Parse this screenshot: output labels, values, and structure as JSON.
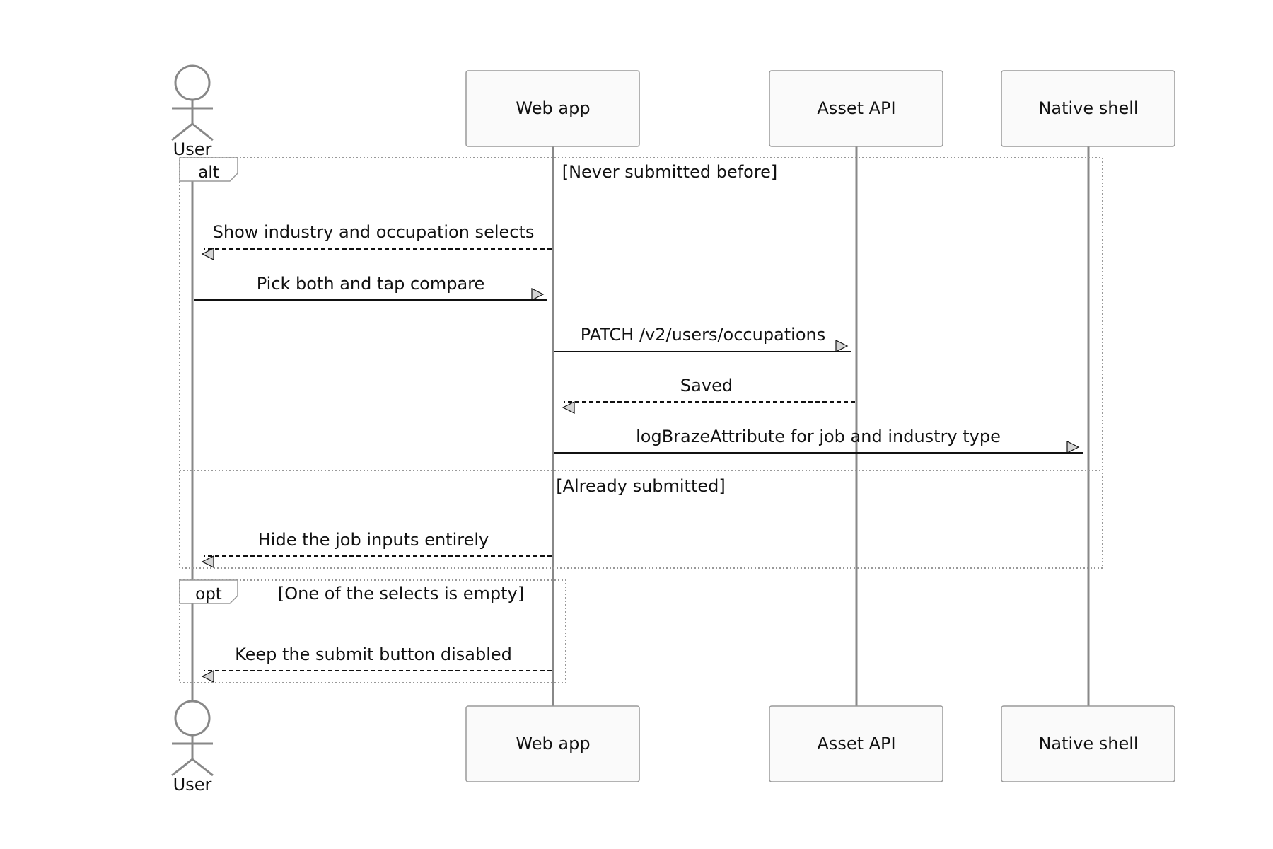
{
  "participants": {
    "user": "User",
    "webapp": "Web app",
    "assetapi": "Asset API",
    "native": "Native shell"
  },
  "frames": {
    "alt": {
      "label": "alt",
      "condition1": "[Never submitted before]",
      "condition2": "[Already submitted]"
    },
    "opt": {
      "label": "opt",
      "condition": "[One of the selects is empty]"
    }
  },
  "messages": [
    {
      "from": "webapp",
      "to": "user",
      "text": "Show industry and occupation selects",
      "style": "dashed"
    },
    {
      "from": "user",
      "to": "webapp",
      "text": "Pick both and tap compare",
      "style": "solid"
    },
    {
      "from": "webapp",
      "to": "assetapi",
      "text": "PATCH /v2/users/occupations",
      "style": "solid"
    },
    {
      "from": "assetapi",
      "to": "webapp",
      "text": "Saved",
      "style": "dashed"
    },
    {
      "from": "webapp",
      "to": "native",
      "text": "logBrazeAttribute for job and industry type",
      "style": "solid"
    },
    {
      "from": "webapp",
      "to": "user",
      "text": "Hide the job inputs entirely",
      "style": "dashed"
    },
    {
      "from": "webapp",
      "to": "user",
      "text": "Keep the submit button disabled",
      "style": "dashed"
    }
  ]
}
